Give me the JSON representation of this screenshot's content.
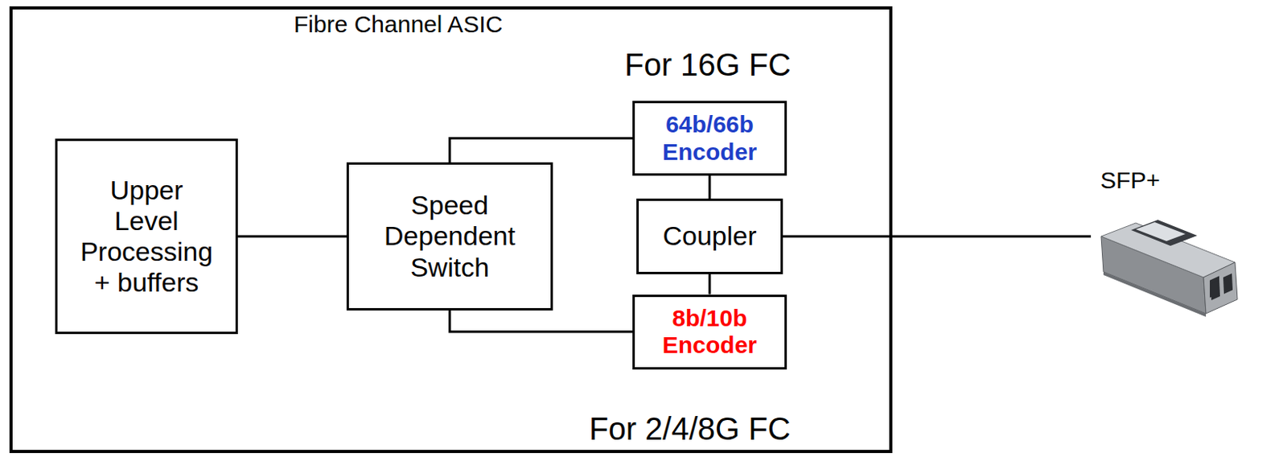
{
  "diagram": {
    "nodes": [
      {
        "text": [
          "Fibre Channel ASIC"
        ]
      },
      {
        "text": [
          "Upper Level Processing + buffers"
        ],
        "in": 0
      },
      {
        "text": [
          "Speed Dependent Switch"
        ],
        "in": 0
      },
      {
        "text": [
          "64b/66b Encoder"
        ],
        "in": 0
      },
      {
        "text": [
          "Coupler"
        ],
        "in": 0
      },
      {
        "text": [
          "8b/10b Encoder"
        ],
        "in": 0
      },
      {
        "text": [
          "SFP+"
        ]
      }
    ],
    "edges": [
      {
        "from": 1,
        "to": 2,
        "arrow": "none"
      },
      {
        "from": 2,
        "to": 3,
        "arrow": "none"
      },
      {
        "from": 2,
        "to": 5,
        "arrow": "none"
      },
      {
        "from": 3,
        "to": 4,
        "arrow": "none"
      },
      {
        "from": 5,
        "to": 4,
        "arrow": "none"
      },
      {
        "from": 4,
        "to": 6,
        "arrow": "none"
      }
    ],
    "labels": [
      "For 16G FC",
      "For 2/4/8G FC"
    ]
  }
}
